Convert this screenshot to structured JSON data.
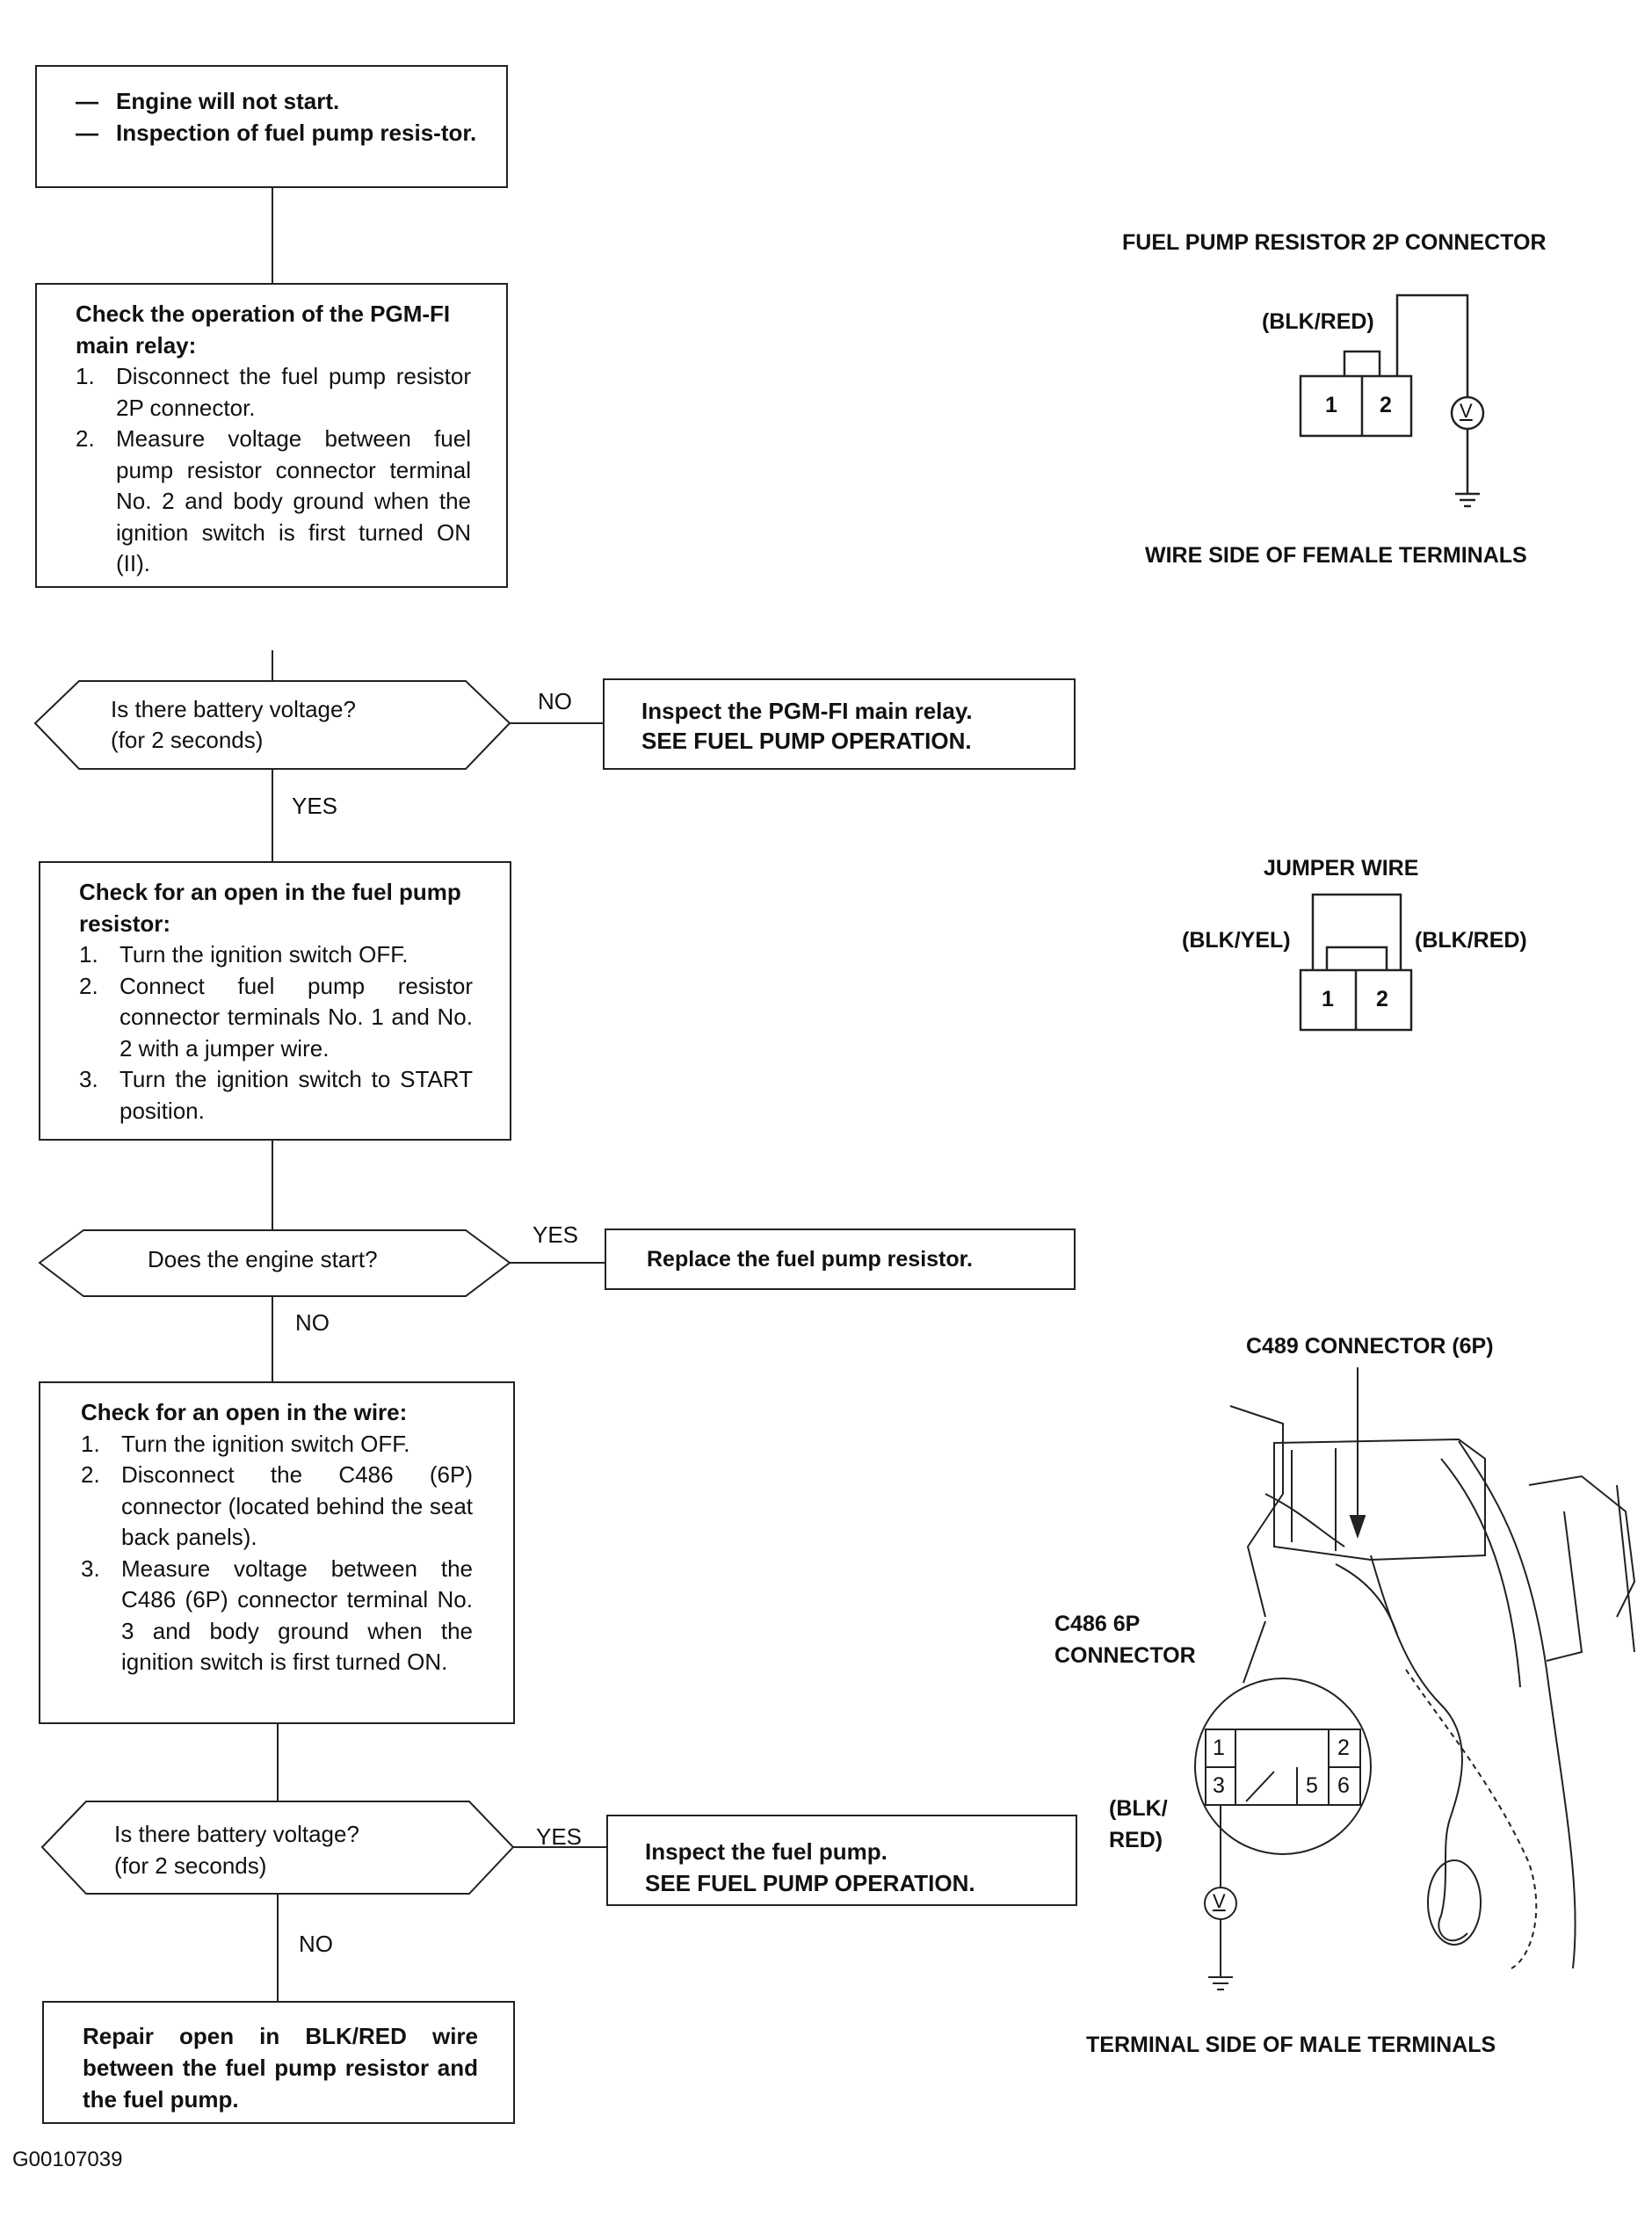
{
  "flowchart": {
    "start": {
      "items": [
        "Engine will not start.",
        "Inspection of fuel pump resis-tor."
      ]
    },
    "check_relay": {
      "heading": "Check the operation of the PGM-FI main relay:",
      "steps": [
        {
          "n": "1.",
          "text": "Disconnect the fuel pump resistor 2P connector."
        },
        {
          "n": "2.",
          "text": "Measure voltage between fuel pump resistor connector terminal No. 2 and body ground when the ignition switch is first turned ON (II)."
        }
      ]
    },
    "decision1": {
      "line1": "Is there battery voltage?",
      "line2": "(for 2 seconds)",
      "no": "NO",
      "yes": "YES"
    },
    "result1": {
      "line1": "Inspect the PGM-FI main relay.",
      "line2": "SEE FUEL PUMP OPERATION."
    },
    "check_resistor": {
      "heading": "Check for an open in the fuel pump resistor:",
      "steps": [
        {
          "n": "1.",
          "text": "Turn the ignition switch OFF."
        },
        {
          "n": "2.",
          "text": "Connect fuel pump resistor connector terminals No. 1 and No. 2 with a jumper wire."
        },
        {
          "n": "3.",
          "text": "Turn the ignition switch to START position."
        }
      ]
    },
    "decision2": {
      "text": "Does the engine start?",
      "yes": "YES",
      "no": "NO"
    },
    "result2": {
      "text": "Replace the fuel pump resistor."
    },
    "check_wire": {
      "heading": "Check for an open in the wire:",
      "steps": [
        {
          "n": "1.",
          "text": "Turn the ignition switch OFF."
        },
        {
          "n": "2.",
          "text": "Disconnect the C486 (6P) connector (located behind the seat back panels)."
        },
        {
          "n": "3.",
          "text": "Measure voltage between the C486 (6P) connector terminal No. 3 and body ground when the ignition switch is first turned ON."
        }
      ]
    },
    "decision3": {
      "line1": "Is there battery voltage?",
      "line2": "(for 2 seconds)",
      "yes": "YES",
      "no": "NO"
    },
    "result3": {
      "line1": "Inspect the fuel pump.",
      "line2": "SEE FUEL PUMP OPERATION."
    },
    "repair": {
      "text": "Repair open in BLK/RED wire between the fuel pump resistor and the fuel pump."
    }
  },
  "diagrams": {
    "d1": {
      "title": "FUEL PUMP RESISTOR 2P CONNECTOR",
      "wire": "(BLK/RED)",
      "pin1": "1",
      "pin2": "2",
      "meter": "V",
      "caption": "WIRE SIDE OF FEMALE TERMINALS"
    },
    "d2": {
      "title": "JUMPER WIRE",
      "left": "(BLK/YEL)",
      "right": "(BLK/RED)",
      "pin1": "1",
      "pin2": "2"
    },
    "d3": {
      "title": "C489 CONNECTOR (6P)",
      "c486_line1": "C486 6P",
      "c486_line2": "CONNECTOR",
      "wire_line1": "(BLK/",
      "wire_line2": "RED)",
      "pins": [
        "1",
        "2",
        "3",
        "5",
        "6"
      ],
      "meter": "V",
      "caption": "TERMINAL SIDE OF MALE TERMINALS"
    }
  },
  "footer": {
    "code": "G00107039"
  }
}
